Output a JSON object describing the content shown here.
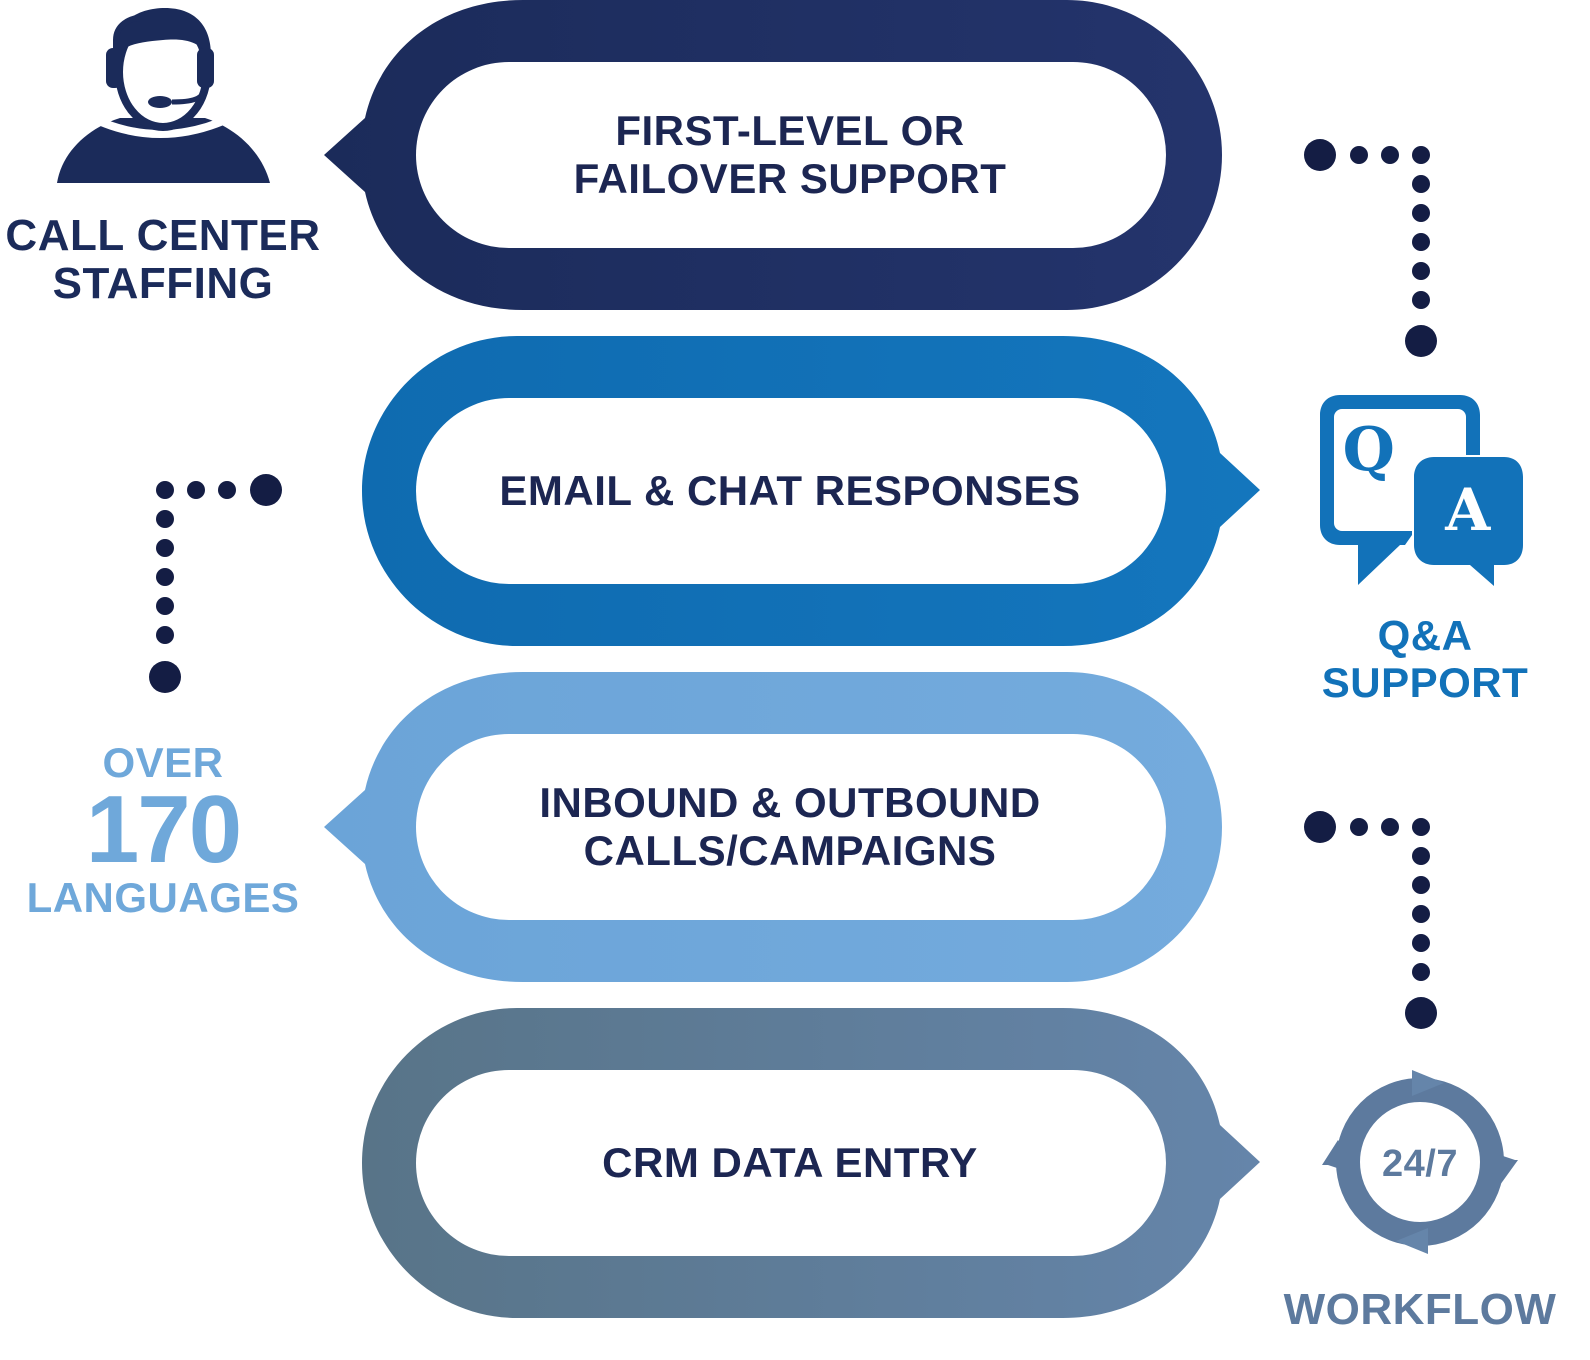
{
  "colors": {
    "navy": "#233166",
    "blue": "#1272b9",
    "light_blue": "#6fa8da",
    "slate": "#5d7a96",
    "dot": "#141d44",
    "text_dark": "#1c2652"
  },
  "bubbles": [
    {
      "line1": "FIRST-LEVEL OR",
      "line2": "FAILOVER SUPPORT"
    },
    {
      "line1": "EMAIL & CHAT RESPONSES",
      "line2": ""
    },
    {
      "line1": "INBOUND & OUTBOUND",
      "line2": "CALLS/CAMPAIGNS"
    },
    {
      "line1": "CRM DATA ENTRY",
      "line2": ""
    }
  ],
  "call_center": {
    "icon": "headset-agent-icon",
    "line1": "CALL CENTER",
    "line2": "STAFFING"
  },
  "qa": {
    "icon": "qa-chat-icon",
    "q": "Q",
    "a": "A",
    "line1": "Q&A",
    "line2": "SUPPORT"
  },
  "languages": {
    "line1": "OVER",
    "number": "170",
    "line2": "LANGUAGES"
  },
  "workflow": {
    "icon": "cycle-arrows-icon",
    "center": "24/7",
    "label": "WORKFLOW"
  }
}
